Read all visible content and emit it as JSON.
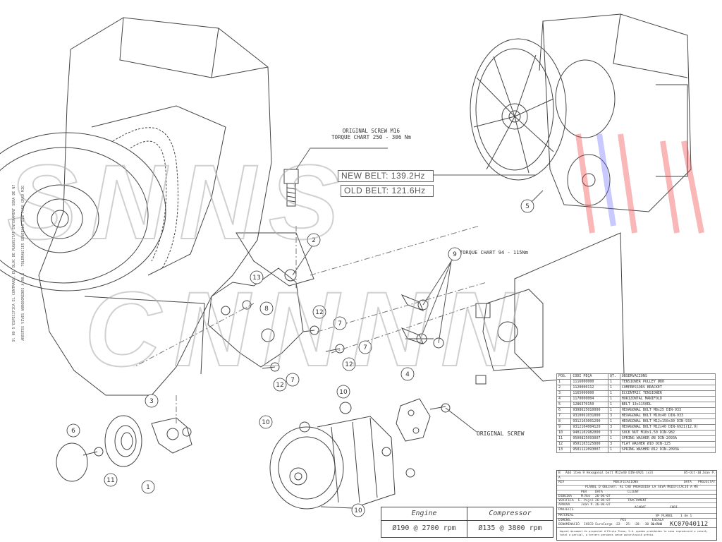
{
  "screw_note": {
    "line1": "ORIGINAL SCREW M16",
    "line2": "TORQUE CHART 250 - 306 Nm"
  },
  "belt": {
    "new": "NEW BELT: 139.2Hz",
    "old": "OLD BELT: 121.6Hz"
  },
  "torque_note": "TORQUE CHART 94 - 115Nm",
  "original_screw": "ORIGINAL SCREW",
  "callouts": [
    "1",
    "2",
    "3",
    "4",
    "5",
    "6",
    "7",
    "8",
    "9",
    "10",
    "11",
    "12",
    "13"
  ],
  "margin_text": {
    "line1": "Sl NO S'ESPECIFICA EL CONTRARI, EL BLOC DE RUGOSITAT ENTERAMENT SERA DE N7",
    "line2": "ARESTES VIVES ARRODONIDES A R0.2 - TOLERANCIES GENERALS DIN 7168 GRAU MIG"
  },
  "parts_table": {
    "headers": [
      "POS.",
      "CODI PEÇA",
      "QT.",
      "OBSERVACIONS"
    ],
    "rows": [
      [
        "1",
        "1116000000",
        "1",
        "TENSIONER PULLEY Ø80"
      ],
      [
        "2",
        "1120000112",
        "1",
        "COMPRESSORS BRACKET"
      ],
      [
        "3",
        "1165000000",
        "1",
        "ECCENTRIC TENSIONER"
      ],
      [
        "4",
        "1170000004",
        "1",
        "HORIZONTAL MANIFOLD"
      ],
      [
        "5",
        "1286370150",
        "1",
        "BELT 13x1150DL"
      ],
      [
        "6",
        "9308625010000",
        "1",
        "HEXAGONAL BOLT M8x25 DIN-933"
      ],
      [
        "7",
        "9310061031000",
        "3",
        "HEXAGONAL BOLT M10x40 DIN-933"
      ],
      [
        "8",
        "9312103001200",
        "1",
        "HEXAGONAL BOLT M12x150x30 DIN-933"
      ],
      [
        "9",
        "9312104004120",
        "3",
        "HEXAGONAL BOLT M12x40 DIN-6921(12.9)"
      ],
      [
        "10",
        "9401102982000",
        "3",
        "SOCK NUT M10x1.50 DIN-982"
      ],
      [
        "11",
        "9500825093007",
        "1",
        "SPRING WASHER Ø8 DIN-2093A"
      ],
      [
        "12",
        "9501103125000",
        "3",
        "FLAT WASHER Ø10 DIN-125"
      ],
      [
        "13",
        "9501122093007",
        "1",
        "SPRING WASHER Ø12 DIN-2093A"
      ]
    ]
  },
  "title_block": {
    "mod_b": "B",
    "mod_b_text": "Add item 9 Hexagonal bolt M12x40 DIN-6921 (x3)",
    "mod_b_date": "05-Oct-10",
    "mod_b_by": "Joan P.",
    "mod_a": "A",
    "rev": "REV",
    "modificacions": "MODIFICACIONS",
    "data": "DATA",
    "projectat": "PROJECTAT",
    "notice": "PLÀNOL D'OBLIGAT. AL CAD PROHIBIDA LA SEVA MODIFICACIÓ A MÀ",
    "per": "PER",
    "client": "CLIENT",
    "dibuixa": "DIBUIXA",
    "dibuixa_by": "M.Ros",
    "dibuixa_date": "26-04-07",
    "verifica": "VERIFICA",
    "verifica_by": "E. Pujol",
    "verifica_date": "26-04-07",
    "aprova": "APROVA",
    "aprova_by": "Joan P.",
    "aprova_date": "26-04-07",
    "tractament": "TRACTAMENT",
    "projecte": "PROJECTE",
    "acabat": "ACABAT",
    "codi": "CODI",
    "material": "MATERIAL",
    "dimens": "DIMENS.",
    "pes": "PES",
    "escala": "ESCALA",
    "escala_val": "0.700",
    "full_label": "Nº PLÀNOL",
    "sheet": "1 de 1",
    "denominacio": "DENOMINACIÓ",
    "denominacio_val": "IVECO EuroCargo -22- -25- -28- -30 Euro 4",
    "code": "KC07040112",
    "copyright": "Aquest document és propietat d'Elivia Termo, S.A. queden prohibides la seva reproducció o cessió, total o parcial, a tercers persones sense autorització prèvia."
  },
  "rpm_table": {
    "engine_label": "Engine",
    "compressor_label": "Compressor",
    "engine_value": "Ø190 @ 2700 rpm",
    "compressor_value": "Ø135 @ 3800 rpm"
  }
}
